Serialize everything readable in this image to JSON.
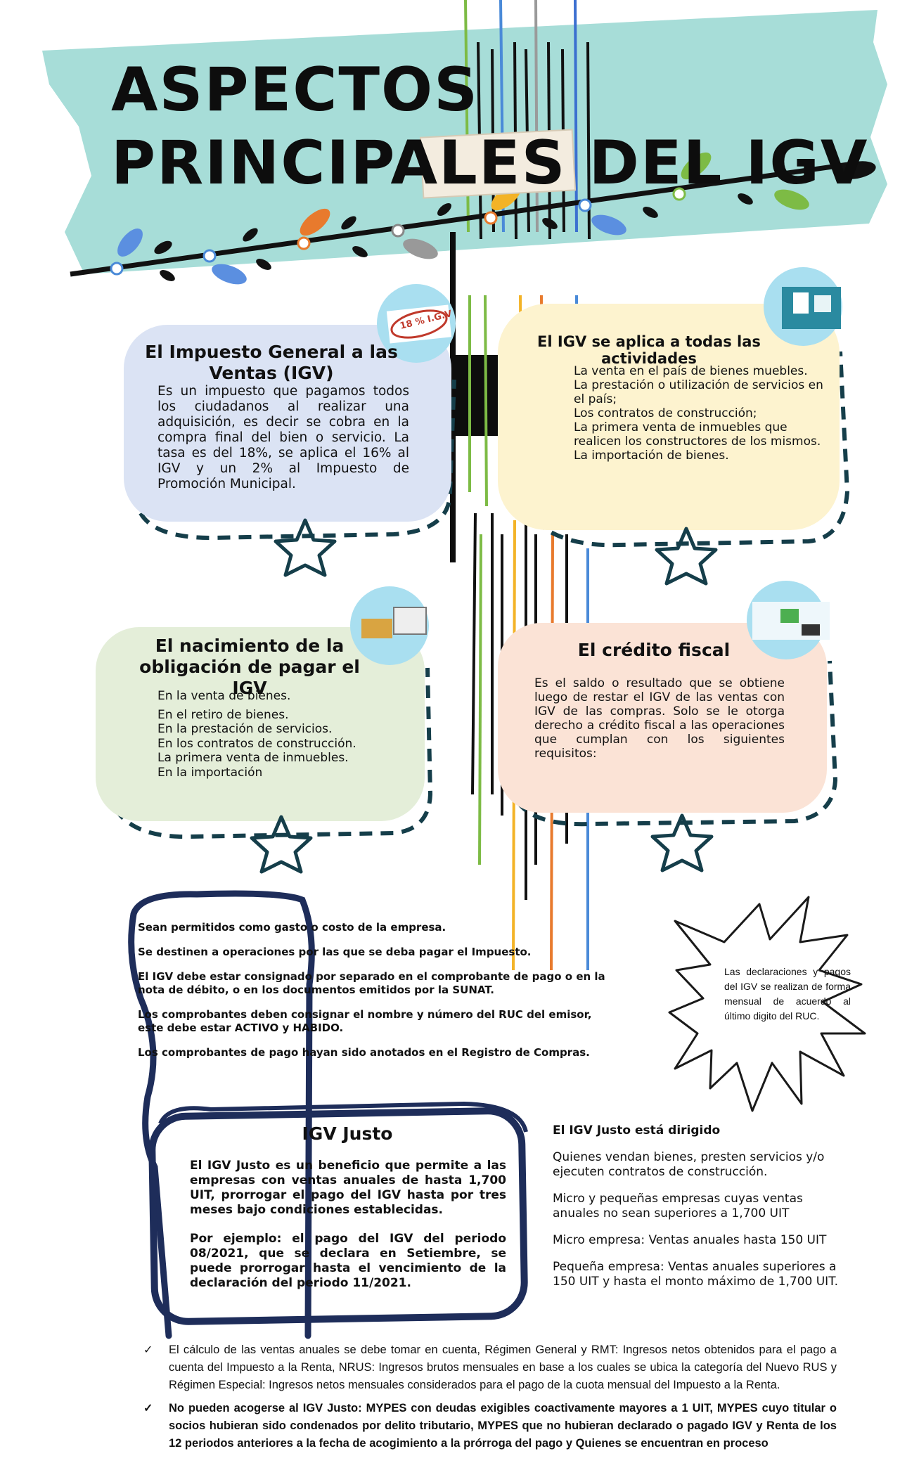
{
  "header": {
    "title_line1": "ASPECTOS",
    "title_line2": "PRINCIPALES DEL IGV"
  },
  "colors": {
    "banner": "#a7ddd8",
    "card_blue": "#dbe3f4",
    "card_yellow": "#fdf3cf",
    "card_green": "#e4eed9",
    "card_peach": "#fbe3d6",
    "dash": "#153e4a",
    "badge": "#a9dff0",
    "scribble": "#1e2d5a"
  },
  "cards": {
    "impuesto": {
      "title": "El Impuesto General a las Ventas (IGV)",
      "body": "Es un impuesto que pagamos todos los ciudadanos al realizar una adquisición, es decir se cobra en la compra final del bien o servicio. La tasa es del 18%, se aplica el 16% al IGV y un 2% al Impuesto de Promoción Municipal.",
      "icon": "igv-stamp-icon",
      "stamp_text": "18 % I.G.V"
    },
    "aplica": {
      "title": "El IGV se aplica a todas las actividades",
      "items": [
        "La venta en el país de bienes muebles.",
        "La prestación o utilización de servicios en el país;",
        "Los contratos de construcción;",
        "La primera venta de inmuebles que realicen los constructores de los mismos.",
        "La importación de bienes."
      ],
      "icon": "documents-icon"
    },
    "nacimiento": {
      "title": "El nacimiento de la obligación de pagar el IGV",
      "items": [
        "En la venta de bienes.",
        "En el retiro de bienes.",
        "En la prestación de servicios.",
        "En los contratos de construcción.",
        "La primera venta de inmuebles.",
        "En la importación"
      ],
      "icon": "coins-calculator-icon"
    },
    "credito": {
      "title": "El crédito fiscal",
      "body": "Es el saldo o resultado que se obtiene luego de restar el IGV de las ventas con IGV de las compras. Solo se le otorga derecho a crédito fiscal a las operaciones que cumplan con los siguientes requisitos:",
      "icon": "money-transfer-icon"
    }
  },
  "requisitos": [
    "Sean permitidos como gasto o costo de la empresa.",
    "Se destinen a operaciones por las que se deba pagar el Impuesto.",
    "El IGV debe estar consignado por separado en el comprobante de pago o en la nota de débito, o en los documentos emitidos por la SUNAT.",
    "Los comprobantes deben consignar el nombre y número del RUC del emisor, este debe estar ACTIVO y HABIDO.",
    " Los comprobantes de pago hayan sido anotados en el Registro de Compras."
  ],
  "star_note": "Las declaraciones y pagos del IGV se realizan de forma mensual de acuerdo al último digito del RUC.",
  "igv_justo": {
    "title": "IGV Justo",
    "p1": "El IGV Justo es un beneficio que permite a las empresas con ventas anuales de hasta 1,700 UIT, prorrogar el pago del IGV hasta por tres meses bajo condiciones establecidas.",
    "p2": "Por ejemplo: el pago del IGV del periodo 08/2021, que se declara en Setiembre, se puede prorrogar hasta el vencimiento de la declaración del periodo 11/2021."
  },
  "dirigido": {
    "title": "El IGV Justo está dirigido",
    "items": [
      "Quienes vendan bienes, presten servicios y/o ejecuten contratos de construcción.",
      "Micro y pequeñas empresas cuyas ventas anuales no sean superiores a 1,700 UIT",
      "Micro empresa: Ventas anuales hasta 150 UIT",
      "Pequeña empresa: Ventas anuales superiores a 150 UIT y hasta el monto máximo de 1,700 UIT."
    ]
  },
  "bottom_notes": [
    "El cálculo de las ventas anuales se debe tomar en cuenta, Régimen General y RMT: Ingresos netos obtenidos para el pago a cuenta del Impuesto a la Renta, NRUS: Ingresos brutos mensuales en base a los cuales se ubica la categoría del Nuevo RUS y Régimen Especial: Ingresos netos mensuales considerados para el pago de la cuota mensual del Impuesto a la Renta.",
    "No pueden acogerse al IGV Justo: MYPES con deudas exigibles coactivamente mayores a 1 UIT, MYPES cuyo titular o socios hubieran sido condenados por delito tributario, MYPES que no hubieran declarado o pagado IGV y Renta de los 12 periodos anteriores a la fecha de acogimiento a la prórroga del pago y Quienes se encuentran en proceso"
  ]
}
